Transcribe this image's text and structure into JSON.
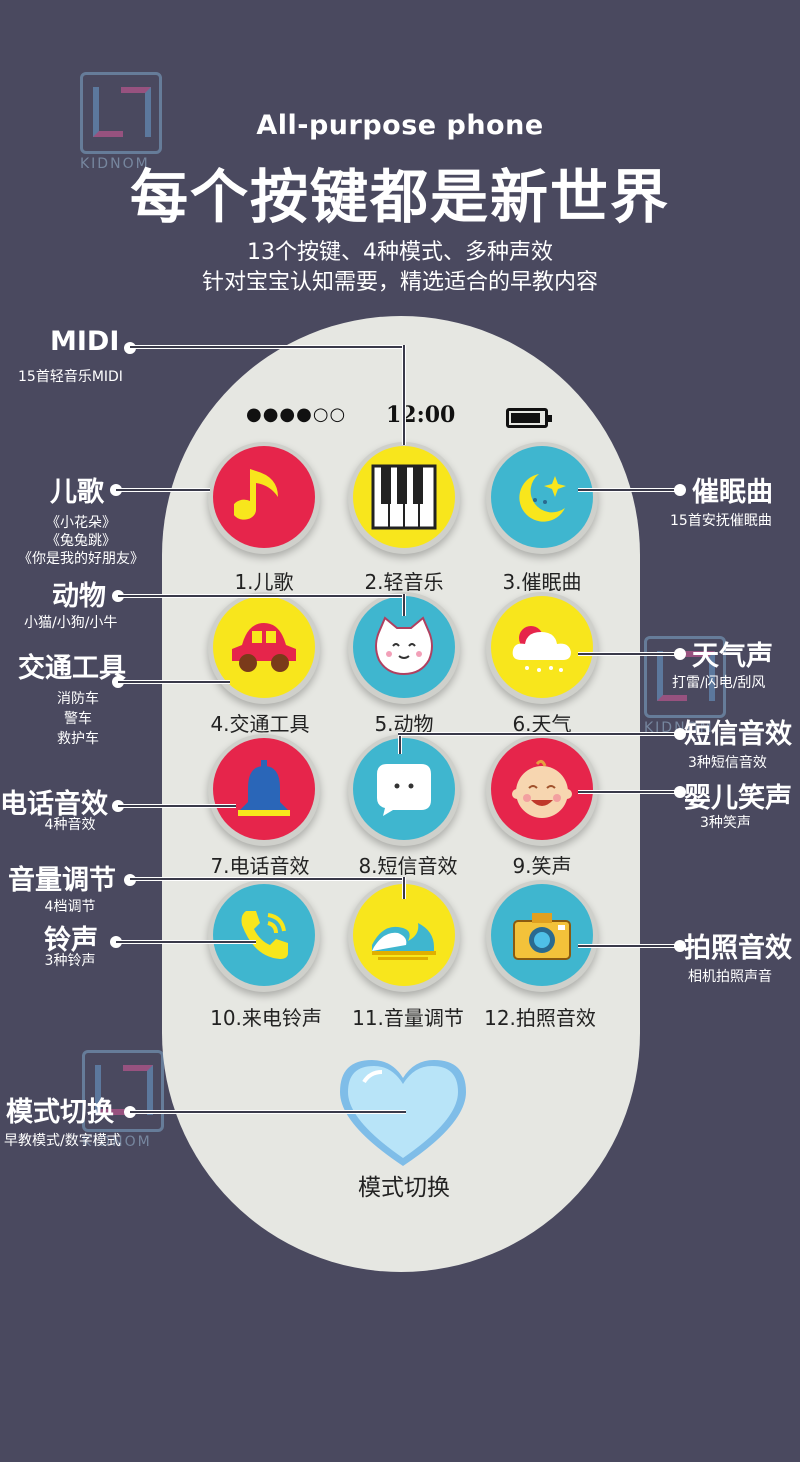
{
  "header": {
    "subtitle": "All-purpose phone",
    "title": "每个按键都是新世界",
    "desc_line1": "13个按键、4种模式、多种声效",
    "desc_line2": "针对宝宝认知需要，精选适合的早教内容"
  },
  "watermark": {
    "text": "KIDNOM"
  },
  "status_bar": {
    "dots": "●●●●○○",
    "time": "12:00"
  },
  "colors": {
    "background": "#4a495f",
    "phone": "#e6e7e2",
    "red": "#e6254b",
    "yellow": "#f8e61c",
    "blue": "#3fb6cf"
  },
  "buttons": [
    {
      "label": "1.儿歌",
      "color": "#e6254b",
      "icon": "music-note-icon"
    },
    {
      "label": "2.轻音乐",
      "color": "#f8e61c",
      "icon": "piano-keys-icon"
    },
    {
      "label": "3.催眠曲",
      "color": "#3fb6cf",
      "icon": "moon-star-icon"
    },
    {
      "label": "4.交通工具",
      "color": "#f8e61c",
      "icon": "car-icon"
    },
    {
      "label": "5.动物",
      "color": "#3fb6cf",
      "icon": "cat-face-icon"
    },
    {
      "label": "6.天气",
      "color": "#f8e61c",
      "icon": "cloud-rain-icon"
    },
    {
      "label": "7.电话音效",
      "color": "#e6254b",
      "icon": "bell-icon"
    },
    {
      "label": "8.短信音效",
      "color": "#3fb6cf",
      "icon": "message-bubble-icon"
    },
    {
      "label": "9.笑声",
      "color": "#e6254b",
      "icon": "baby-face-icon"
    },
    {
      "label": "10.来电铃声",
      "color": "#3fb6cf",
      "icon": "phone-handset-icon"
    },
    {
      "label": "11.音量调节",
      "color": "#f8e61c",
      "icon": "wave-icon"
    },
    {
      "label": "12.拍照音效",
      "color": "#3fb6cf",
      "icon": "camera-icon"
    }
  ],
  "mode_button": {
    "label": "模式切换",
    "icon": "heart-icon"
  },
  "callouts": {
    "midi": {
      "title": "MIDI",
      "desc": "15首轻音乐MIDI"
    },
    "erge": {
      "title": "儿歌",
      "desc1": "《小花朵》",
      "desc2": "《兔兔跳》",
      "desc3": "《你是我的好朋友》"
    },
    "dongwu": {
      "title": "动物",
      "desc": "小猫/小狗/小牛"
    },
    "jiaotong": {
      "title": "交通工具",
      "desc1": "消防车",
      "desc2": "警车",
      "desc3": "救护车"
    },
    "dianhua": {
      "title": "电话音效",
      "desc": "4种音效"
    },
    "yinliang": {
      "title": "音量调节",
      "desc": "4档调节"
    },
    "lingsheng": {
      "title": "铃声",
      "desc": "3种铃声"
    },
    "moshi": {
      "title": "模式切换",
      "desc": "早教模式/数字模式"
    },
    "cuimian": {
      "title": "催眠曲",
      "desc": "15首安抚催眠曲"
    },
    "tianqi": {
      "title": "天气声",
      "desc": "打雷/闪电/刮风"
    },
    "duanxin": {
      "title": "短信音效",
      "desc": "3种短信音效"
    },
    "xiaosheng": {
      "title": "婴儿笑声",
      "desc": "3种笑声"
    },
    "paizhao": {
      "title": "拍照音效",
      "desc": "相机拍照声音"
    }
  }
}
